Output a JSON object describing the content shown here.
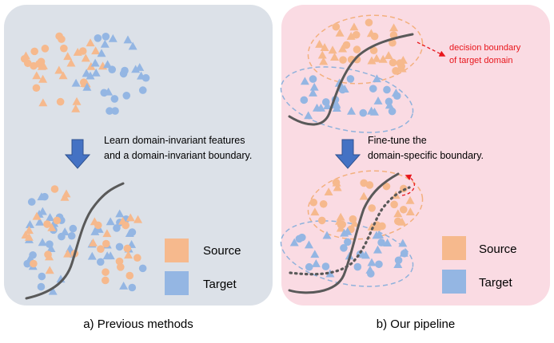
{
  "left_panel": {
    "caption": "a) Previous methods",
    "step_text": [
      "Learn domain-invariant features",
      "and a domain-invariant boundary."
    ],
    "background": "#dce1e8"
  },
  "right_panel": {
    "caption": "b) Our pipeline",
    "step_text": [
      "Fine-tune the",
      "domain-specific boundary."
    ],
    "annotation": [
      "decision boundary",
      "of target domain"
    ],
    "background": "#fadbe3",
    "annotation_color": "#e8161c"
  },
  "legend": {
    "source_label": "Source",
    "target_label": "Target"
  },
  "colors": {
    "source": "#f6b98d",
    "target": "#94b6e3",
    "boundary": "#595959",
    "arrow": "#4472c4",
    "source_ellipse": "#f3b07e",
    "target_ellipse": "#8fb2dc"
  }
}
